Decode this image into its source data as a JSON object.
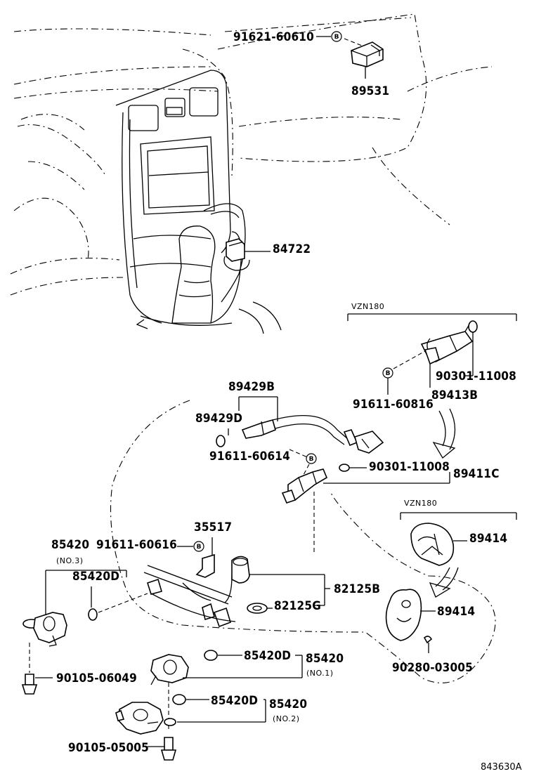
{
  "diagram_ref": "843630A",
  "variant_label": "VZN180",
  "labels": {
    "p91621_60610": "91621-60610",
    "p89531": "89531",
    "p84722": "84722",
    "p90301_11008_a": "90301-11008",
    "p91611_60816": "91611-60816",
    "p89413B": "89413B",
    "p89429B": "89429B",
    "p89429D": "89429D",
    "p91611_60614": "91611-60614",
    "p90301_11008_b": "90301-11008",
    "p89411C": "89411C",
    "p35517": "35517",
    "p85420_a": "85420",
    "no3": "(NO.3)",
    "p91611_60616": "91611-60616",
    "p85420D_a": "85420D",
    "p82125B": "82125B",
    "p82125G": "82125G",
    "p89414_a": "89414",
    "p89414_b": "89414",
    "p90280_03005": "90280-03005",
    "p85420D_b": "85420D",
    "p85420_b": "85420",
    "no1": "(NO.1)",
    "p90105_06049": "90105-06049",
    "p85420D_c": "85420D",
    "p85420_c": "85420",
    "no2": "(NO.2)",
    "p90105_05005": "90105-05005"
  },
  "bolt_marker": "B"
}
